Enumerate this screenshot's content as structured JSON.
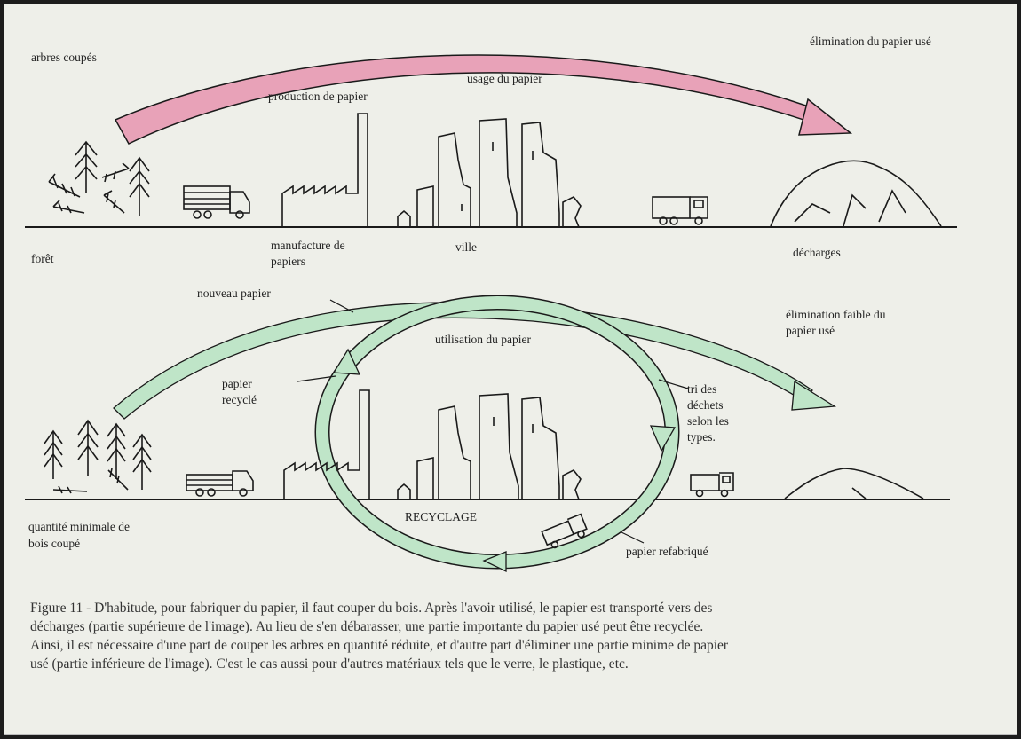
{
  "labels": {
    "arbres_coupes": "arbres coupés",
    "elimination_papier_use": "élimination du papier usé",
    "production_papier": "production de papier",
    "usage_papier": "usage du papier",
    "foret": "forêt",
    "manufacture_1": "manufacture de",
    "manufacture_2": "papiers",
    "ville": "ville",
    "decharges": "décharges",
    "nouveau_papier": "nouveau papier",
    "elimination_faible_1": "élimination faible du",
    "elimination_faible_2": "papier usé",
    "utilisation_papier": "utilisation du papier",
    "papier_recycle_1": "papier",
    "papier_recycle_2": "recyclé",
    "tri_1": "tri des",
    "tri_2": "déchets",
    "tri_3": "selon les",
    "tri_4": "types.",
    "recyclage": "RECYCLAGE",
    "quantite_1": "quantité minimale de",
    "quantite_2": "bois coupé",
    "papier_refabrique": "papier refabriqué"
  },
  "caption": {
    "line1": "Figure 11 - D'habitude, pour fabriquer du papier, il faut couper du bois. Après l'avoir utilisé, le papier est transporté vers des",
    "line2": "décharges (partie supérieure de l'image). Au lieu de s'en débarasser, une partie importante du papier usé peut être recyclée.",
    "line3": "Ainsi, il est nécessaire d'une part de couper les arbres en quantité réduite, et d'autre part d'éliminer une partie minime de papier",
    "line4": "usé (partie inférieure de l'image). C'est le cas aussi pour d'autres matériaux tels que le verre, le plastique, etc."
  },
  "colors": {
    "pink_arrow": "#e8a2b8",
    "green_arrow": "#bfe5c8",
    "ink": "#1a1a1a"
  }
}
